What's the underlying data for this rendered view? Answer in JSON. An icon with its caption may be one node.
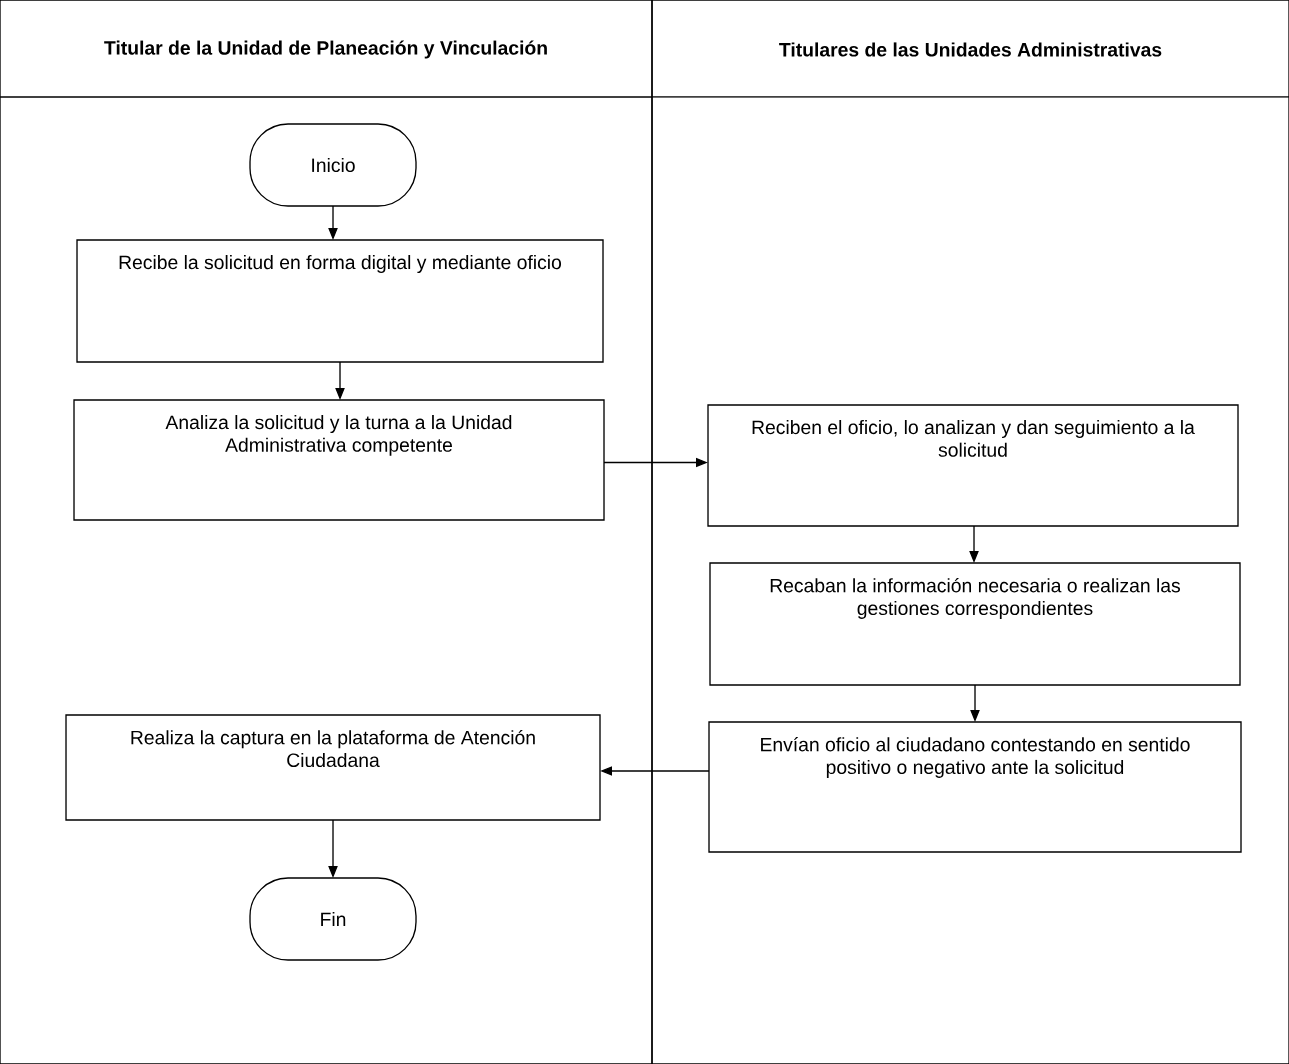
{
  "diagram": {
    "nodes": [
      {
        "text": [
          "Titular de la Unidad de Planeación y Vinculación"
        ]
      },
      {
        "text": [
          "Titulares de las Unidades Administrativas"
        ]
      },
      {
        "text": [
          "Inicio"
        ],
        "in": 0
      },
      {
        "text": [
          "Recibe la solicitud en forma digital y mediante oficio"
        ],
        "in": 0
      },
      {
        "text": [
          "Analiza la solicitud y la turna a la Unidad Administrativa competente"
        ],
        "in": 0
      },
      {
        "text": [
          "Reciben el oficio, lo analizan y dan seguimiento a la solicitud"
        ],
        "in": 1
      },
      {
        "text": [
          "Recaban la información necesaria o realizan las gestiones correspondientes"
        ],
        "in": 1
      },
      {
        "text": [
          "Envían oficio al ciudadano contestando en sentido positivo o negativo ante la solicitud"
        ],
        "in": 1
      },
      {
        "text": [
          "Realiza la captura en la plataforma de Atención Ciudadana"
        ],
        "in": 0
      },
      {
        "text": [
          "Fin"
        ],
        "in": 0
      }
    ],
    "edges": [
      {
        "from": 2,
        "to": 3,
        "arrow": "to"
      },
      {
        "from": 3,
        "to": 4,
        "arrow": "to"
      },
      {
        "from": 4,
        "to": 5,
        "arrow": "to"
      },
      {
        "from": 5,
        "to": 6,
        "arrow": "to"
      },
      {
        "from": 6,
        "to": 7,
        "arrow": "to"
      },
      {
        "from": 7,
        "to": 8,
        "arrow": "to"
      },
      {
        "from": 8,
        "to": 9,
        "arrow": "to"
      }
    ]
  }
}
